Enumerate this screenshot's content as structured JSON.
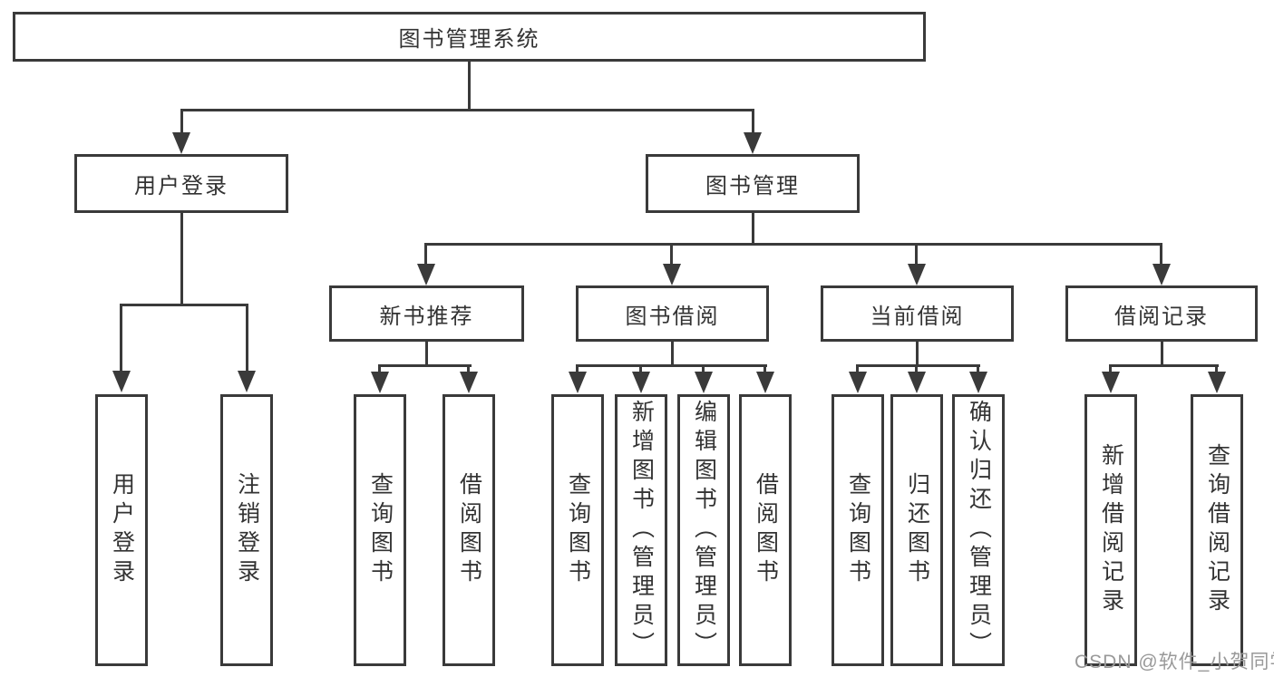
{
  "nodes": {
    "root": "图书管理系统",
    "userLogin": "用户登录",
    "bookMgmt": "图书管理",
    "newBooks": "新书推荐",
    "bookBorrow": "图书借阅",
    "currentBorrow": "当前借阅",
    "borrowRecords": "借阅记录",
    "leafUserLogin": "用户登录",
    "leafLogout": "注销登录",
    "leafQueryBooks1": "查询图书",
    "leafBorrowBooks1": "借阅图书",
    "leafQueryBooks2": "查询图书",
    "leafAddBooks": "新增图书（管理员）",
    "leafEditBooks": "编辑图书（管理员）",
    "leafBorrowBooks2": "借阅图书",
    "leafQueryBooks3": "查询图书",
    "leafReturnBooks": "归还图书",
    "leafConfirmReturn": "确认归还（管理员）",
    "leafAddRecord": "新增借阅记录",
    "leafQueryRecord": "查询借阅记录"
  },
  "tree": {
    "图书管理系统": {
      "用户登录": [
        "用户登录",
        "注销登录"
      ],
      "图书管理": {
        "新书推荐": [
          "查询图书",
          "借阅图书"
        ],
        "图书借阅": [
          "查询图书",
          "新增图书（管理员）",
          "编辑图书（管理员）",
          "借阅图书"
        ],
        "当前借阅": [
          "查询图书",
          "归还图书",
          "确认归还（管理员）"
        ],
        "借阅记录": [
          "新增借阅记录",
          "查询借阅记录"
        ]
      }
    }
  },
  "colors": {
    "line": "#3a3a3a",
    "text": "#333333",
    "watermark": "#999999",
    "background": "#ffffff"
  },
  "watermark": "CSDN @软件_小贺同学"
}
